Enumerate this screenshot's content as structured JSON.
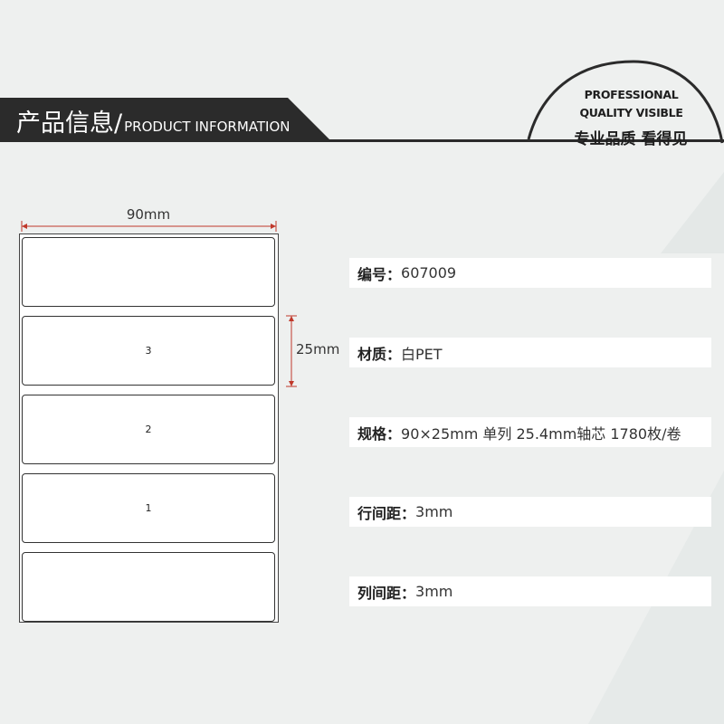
{
  "header": {
    "title_cn": "产品信息/",
    "title_en": "PRODUCT INFORMATION"
  },
  "badge": {
    "line1": "PROFESSIONAL",
    "line2": "QUALITY VISIBLE",
    "slogan": "专业品质 看得见"
  },
  "diagram": {
    "width_label": "90mm",
    "height_label": "25mm",
    "labels": [
      "",
      "3",
      "2",
      "1",
      ""
    ]
  },
  "specs": [
    {
      "key": "编号：",
      "value": "607009"
    },
    {
      "key": "材质：",
      "value": "白PET"
    },
    {
      "key": "规格：",
      "value": "90×25mm 单列 25.4mm轴芯 1780枚/卷"
    },
    {
      "key": "行间距：",
      "value": "3mm"
    },
    {
      "key": "列间距：",
      "value": "3mm"
    }
  ],
  "colors": {
    "background": "#eef0ef",
    "band": "#2b2b2b",
    "dimension_line": "#c0392b"
  }
}
